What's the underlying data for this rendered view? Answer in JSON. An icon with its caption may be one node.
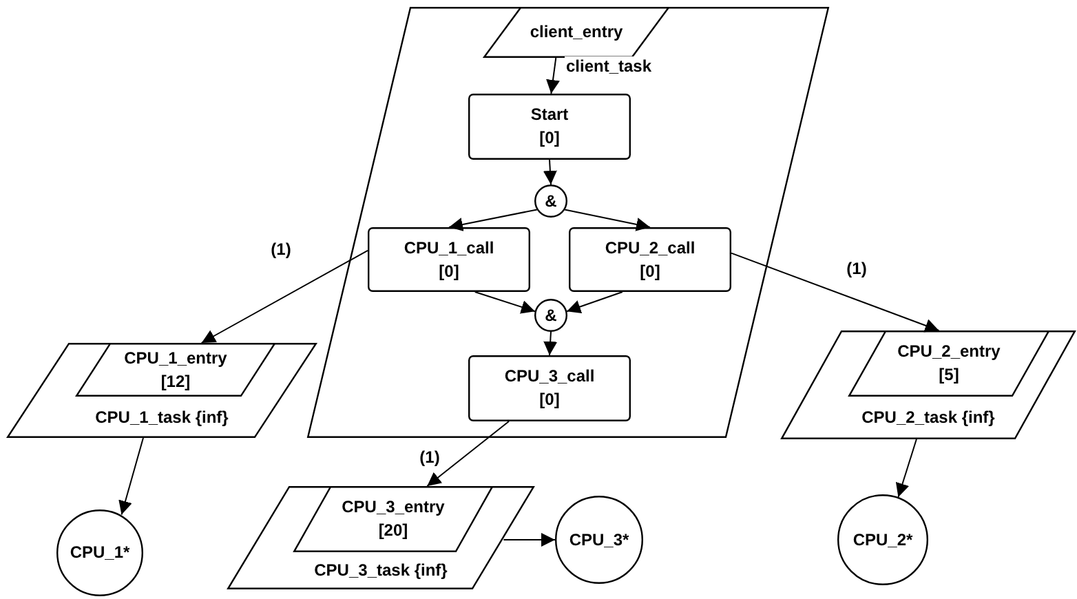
{
  "diagram": {
    "nodes": [
      {
        "text": [],
        "shape": "parallelogram"
      },
      {
        "text": [
          "client_entry"
        ],
        "in": 0
      },
      {
        "text": [
          "Start [0]"
        ],
        "in": 0
      },
      {
        "text": [
          "&"
        ],
        "in": 0
      },
      {
        "text": [
          "CPU_1_call [0]"
        ],
        "in": 0
      },
      {
        "text": [
          "CPU_2_call [0]"
        ],
        "in": 0
      },
      {
        "text": [
          "&"
        ],
        "in": 0
      },
      {
        "text": [
          "CPU_3_call [0]"
        ],
        "in": 0
      },
      {
        "text": [
          "CPU_1_task {inf}"
        ]
      },
      {
        "text": [
          "CPU_1_entry [12]"
        ],
        "in": 8
      },
      {
        "text": [
          "CPU_2_task {inf}"
        ]
      },
      {
        "text": [
          "CPU_2_entry [5]"
        ],
        "in": 10
      },
      {
        "text": [
          "CPU_3_task {inf}"
        ]
      },
      {
        "text": [
          "CPU_3_entry [20]"
        ],
        "in": 12
      },
      {
        "text": [
          "CPU_1*"
        ]
      },
      {
        "text": [
          "CPU_3*"
        ]
      },
      {
        "text": [
          "CPU_2*"
        ]
      }
    ],
    "edges": [
      {
        "from": 1,
        "to": 2,
        "arrow": "to",
        "label": "client_task"
      },
      {
        "from": 2,
        "to": 3,
        "arrow": "to"
      },
      {
        "from": 3,
        "to": 4,
        "arrow": "to"
      },
      {
        "from": 3,
        "to": 5,
        "arrow": "to"
      },
      {
        "from": 4,
        "to": 6,
        "arrow": "to"
      },
      {
        "from": 5,
        "to": 6,
        "arrow": "to"
      },
      {
        "from": 6,
        "to": 7,
        "arrow": "to"
      },
      {
        "from": 4,
        "to": 9,
        "arrow": "to",
        "label": "(1)"
      },
      {
        "from": 5,
        "to": 11,
        "arrow": "to",
        "label": "(1)"
      },
      {
        "from": 7,
        "to": 13,
        "arrow": "to",
        "label": "(1)"
      },
      {
        "from": 8,
        "to": 14,
        "arrow": "to"
      },
      {
        "from": 10,
        "to": 16,
        "arrow": "to"
      },
      {
        "from": 12,
        "to": 15,
        "arrow": "to"
      }
    ]
  }
}
